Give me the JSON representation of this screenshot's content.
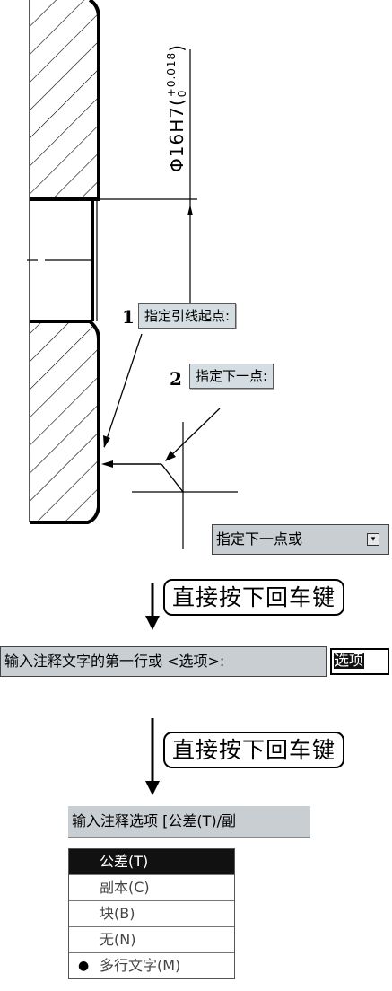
{
  "dimension_label": "Φ16H7(",
  "tolerance_upper": "+0.018",
  "tolerance_lower": "0",
  "step1": {
    "number": "1",
    "prompt": "指定引线起点:"
  },
  "step2": {
    "number": "2",
    "prompt": "指定下一点:"
  },
  "prompt_next_point": {
    "label": "指定下一点或",
    "dropdown_icon": "dropdown-arrow-icon"
  },
  "callout1": "直接按下回车键",
  "text_prompt": {
    "label": "输入注释文字的第一行或 <选项>:",
    "input_value": "选项"
  },
  "callout2": "直接按下回车键",
  "annotation_prompt": "输入注释选项 [公差(T)/副",
  "menu": {
    "items": [
      {
        "label": "公差(T)",
        "selected": true
      },
      {
        "label": "副本(C)",
        "selected": false
      },
      {
        "label": "块(B)",
        "selected": false
      },
      {
        "label": "无(N)",
        "selected": false
      },
      {
        "label": "多行文字(M)",
        "selected": false,
        "bullet": "●"
      }
    ]
  }
}
